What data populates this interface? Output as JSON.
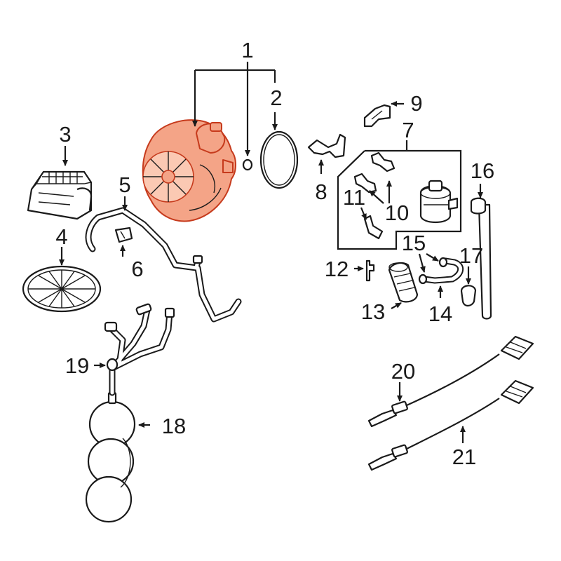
{
  "diagram": {
    "highlight_color": "#f4a487",
    "line_color": "#1a1a1a",
    "callouts": [
      {
        "id": "1",
        "text": "1"
      },
      {
        "id": "2",
        "text": "2"
      },
      {
        "id": "3",
        "text": "3"
      },
      {
        "id": "4",
        "text": "4"
      },
      {
        "id": "5",
        "text": "5"
      },
      {
        "id": "6",
        "text": "6"
      },
      {
        "id": "7",
        "text": "7"
      },
      {
        "id": "8",
        "text": "8"
      },
      {
        "id": "9",
        "text": "9"
      },
      {
        "id": "10",
        "text": "10"
      },
      {
        "id": "11",
        "text": "11"
      },
      {
        "id": "12",
        "text": "12"
      },
      {
        "id": "13",
        "text": "13"
      },
      {
        "id": "14",
        "text": "14"
      },
      {
        "id": "15",
        "text": "15"
      },
      {
        "id": "16",
        "text": "16"
      },
      {
        "id": "17",
        "text": "17"
      },
      {
        "id": "18",
        "text": "18"
      },
      {
        "id": "19",
        "text": "19"
      },
      {
        "id": "20",
        "text": "20"
      },
      {
        "id": "21",
        "text": "21"
      }
    ]
  }
}
